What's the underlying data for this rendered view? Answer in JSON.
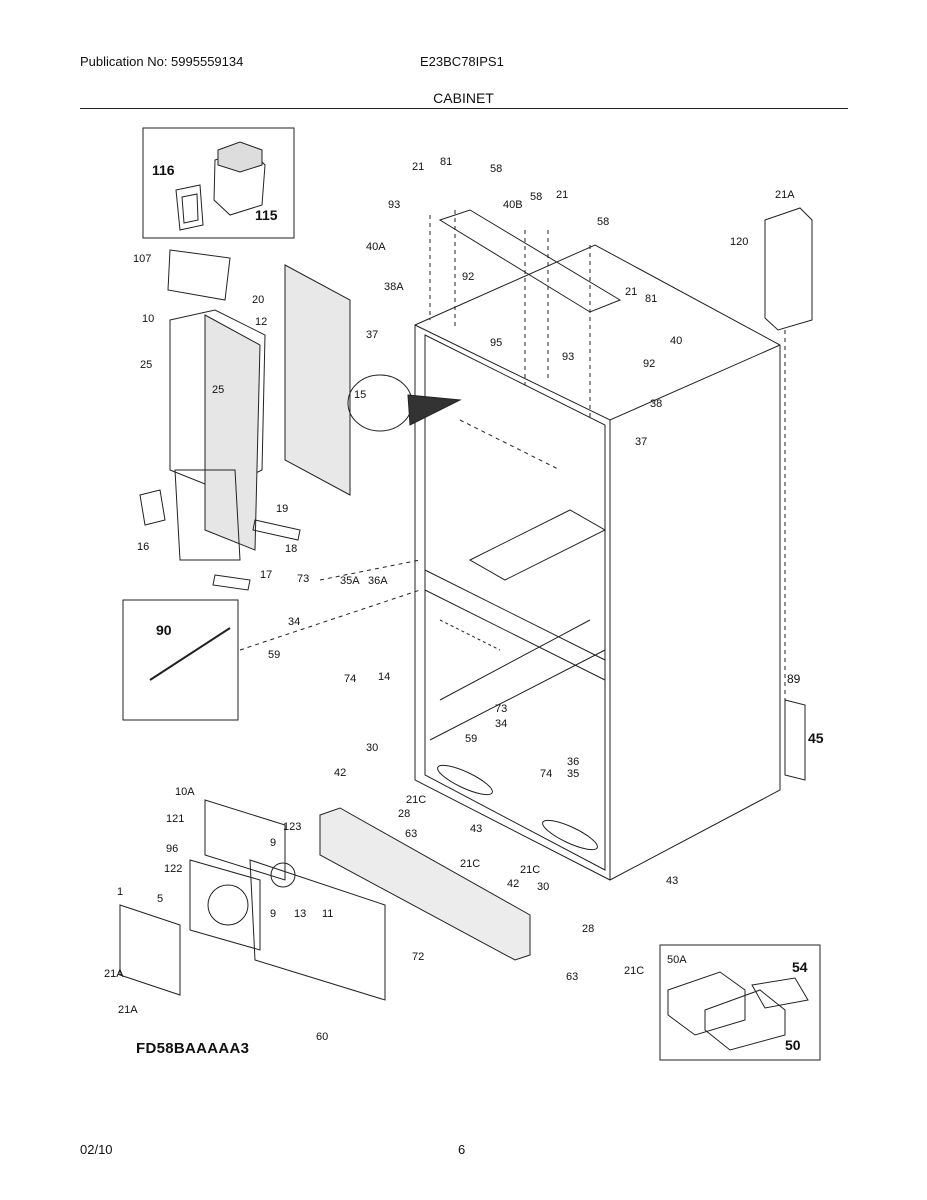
{
  "header": {
    "publication": "Publication No: 5995559134",
    "model": "E23BC78IPS1",
    "section_title": "CABINET"
  },
  "footer": {
    "date": "02/10",
    "page": "6"
  },
  "diagram": {
    "code": "FD58BAAAAA3",
    "callouts": {
      "c116": "116",
      "c115": "115",
      "c107": "107",
      "c20": "20",
      "c10": "10",
      "c12": "12",
      "c25a": "25",
      "c25b": "25",
      "c15": "15",
      "c19": "19",
      "c16": "16",
      "c18": "18",
      "c17": "17",
      "c21a": "21",
      "c81a": "81",
      "c58a": "58",
      "c93a": "93",
      "c40b": "40B",
      "c58b": "58",
      "c21b": "21",
      "c58c": "58",
      "c40a": "40A",
      "c92a": "92",
      "c38a": "38A",
      "c37a": "37",
      "c95": "95",
      "c93b": "93",
      "c21c": "21",
      "c81b": "81",
      "c40": "40",
      "c92b": "92",
      "c38": "38",
      "c37b": "37",
      "c21A_top": "21A",
      "c120": "120",
      "c90": "90",
      "c73a": "73",
      "c35A": "35A",
      "c36A": "36A",
      "c34a": "34",
      "c59a": "59",
      "c74a": "74",
      "c14": "14",
      "c73b": "73",
      "c34b": "34",
      "c59b": "59",
      "c36": "36",
      "c74b": "74",
      "c35": "35",
      "c89": "89",
      "c45": "45",
      "c30a": "30",
      "c42a": "42",
      "c21Ca": "21C",
      "c28a": "28",
      "c63a": "63",
      "c43a": "43",
      "c21Cb": "21C",
      "c21Cc": "21C",
      "c42b": "42",
      "c30b": "30",
      "c43b": "43",
      "c28b": "28",
      "c63b": "63",
      "c21Cd": "21C",
      "c10A": "10A",
      "c121": "121",
      "c123": "123",
      "c96": "96",
      "c9a": "9",
      "c122": "122",
      "c1": "1",
      "c5": "5",
      "c9b": "9",
      "c13": "13",
      "c11": "11",
      "c72": "72",
      "c21Ab": "21A",
      "c21Ac": "21A",
      "c60": "60",
      "c50A": "50A",
      "c54": "54",
      "c50": "50"
    }
  }
}
